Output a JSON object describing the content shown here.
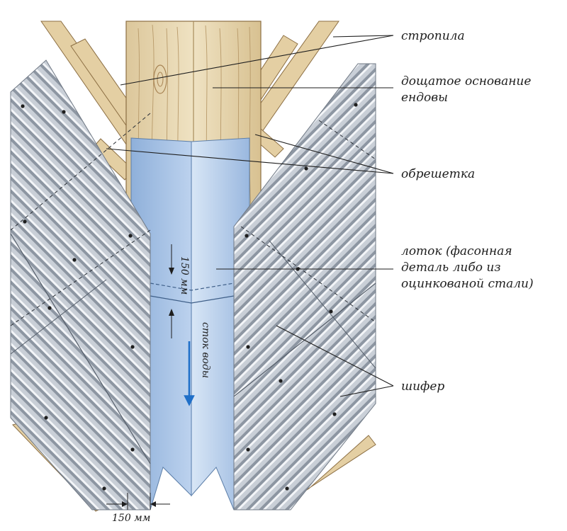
{
  "labels": {
    "rafters": "стропила",
    "board_base_line1": "дощатое основание",
    "board_base_line2": "ендовы",
    "battens": "обрешетка",
    "tray_line1": "лоток (фасонная",
    "tray_line2": "деталь либо из",
    "tray_line3": "оцинкованой стали)",
    "slate": "шифер"
  },
  "dimensions": {
    "overlap": "150 мм",
    "width": "150 мм"
  },
  "flow": {
    "text": "сток воды"
  },
  "colors": {
    "wood": "#ead9b4",
    "wood_grain": "#b89a6a",
    "tray": "#a9c4e4",
    "slate": "#c6ccd4",
    "slate_ridge": "#8a93a0",
    "arrow": "#1f6fc8"
  }
}
